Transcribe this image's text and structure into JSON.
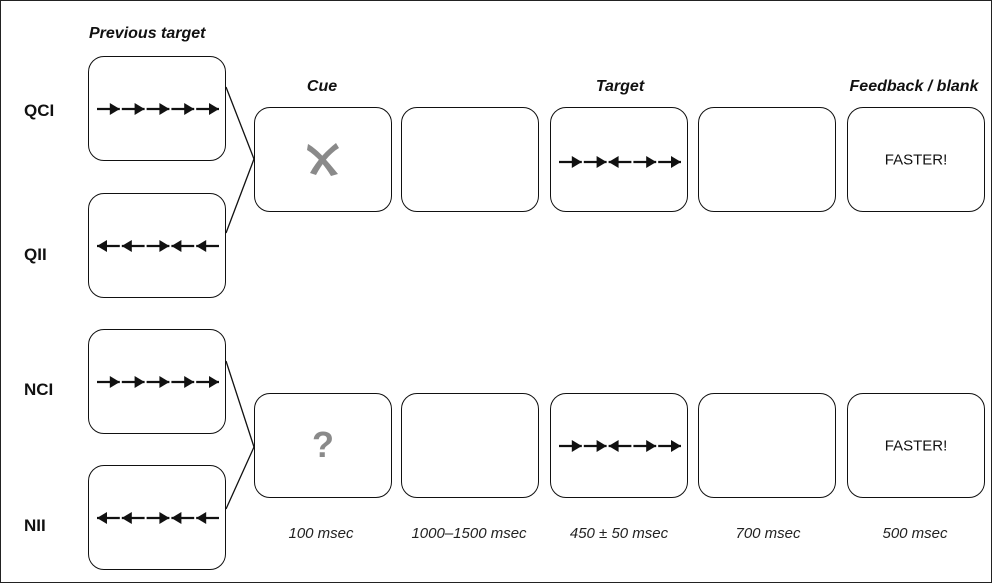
{
  "headers": {
    "previous_target": "Previous target",
    "cue": "Cue",
    "target": "Target",
    "feedback": "Feedback / blank"
  },
  "conditions": {
    "qci": "QCI",
    "qii": "QII",
    "nci": "NCI",
    "nii": "NII"
  },
  "stimuli": {
    "congruent_arrows": [
      "right",
      "right",
      "right",
      "right",
      "right"
    ],
    "incongruent_arrows": [
      "left",
      "left",
      "right",
      "left",
      "left"
    ],
    "target_arrows": [
      "right",
      "right",
      "left",
      "right",
      "right"
    ],
    "quality_cue": "x-shaped cue",
    "neutral_cue": "?",
    "feedback_text": "FASTER!"
  },
  "timings": [
    "100 msec",
    "1000–1500 msec",
    "450 ± 50 msec",
    "700 msec",
    "500 msec"
  ],
  "colors": {
    "border": "#111111",
    "cue_gray": "#8a8a8a"
  }
}
